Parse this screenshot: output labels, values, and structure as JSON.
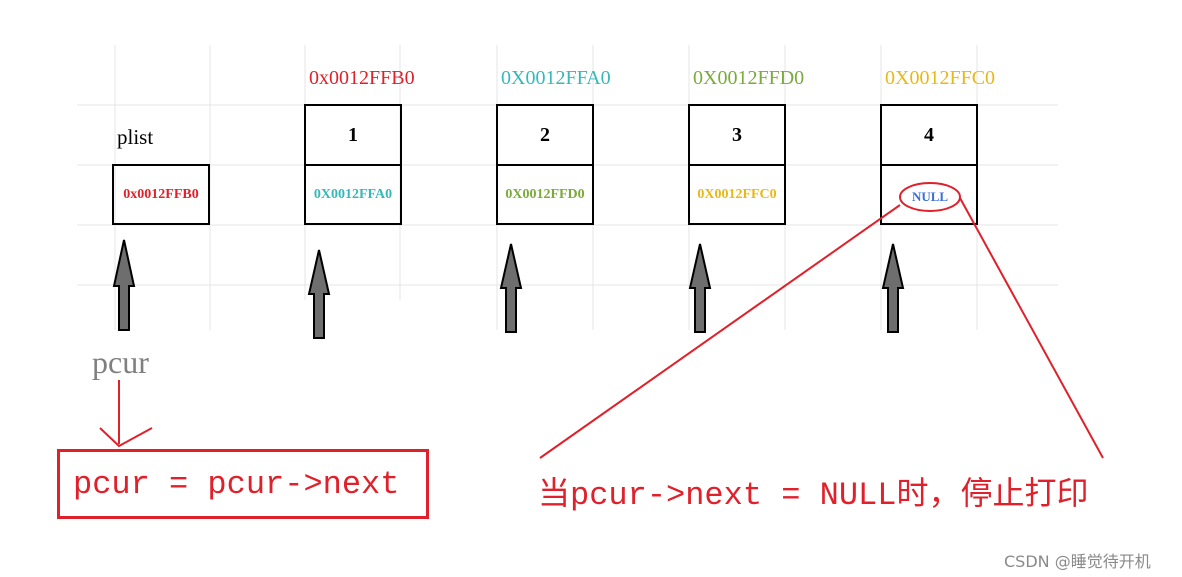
{
  "colors": {
    "node1": "#e0202a",
    "node2": "#35b8b8",
    "node3": "#7aaa3a",
    "node4": "#e8b814",
    "null": "#3b6fd6",
    "annotation": "#e0202a",
    "arrow": "#6e6e6e",
    "grid": "#e4e4e4"
  },
  "plist": {
    "label": "plist",
    "value": "0x0012FFB0"
  },
  "nodes": [
    {
      "address": "0x0012FFB0",
      "data": "1",
      "next": "0X0012FFA0"
    },
    {
      "address": "0X0012FFA0",
      "data": "2",
      "next": "0X0012FFD0"
    },
    {
      "address": "0X0012FFD0",
      "data": "3",
      "next": "0X0012FFC0"
    },
    {
      "address": "0X0012FFC0",
      "data": "4",
      "next": "NULL"
    }
  ],
  "pcur_label": "pcur",
  "code_statement": "pcur = pcur->next",
  "stop_note": "当pcur->next = NULL时，停止打印",
  "watermark": "CSDN @睡觉待开机"
}
